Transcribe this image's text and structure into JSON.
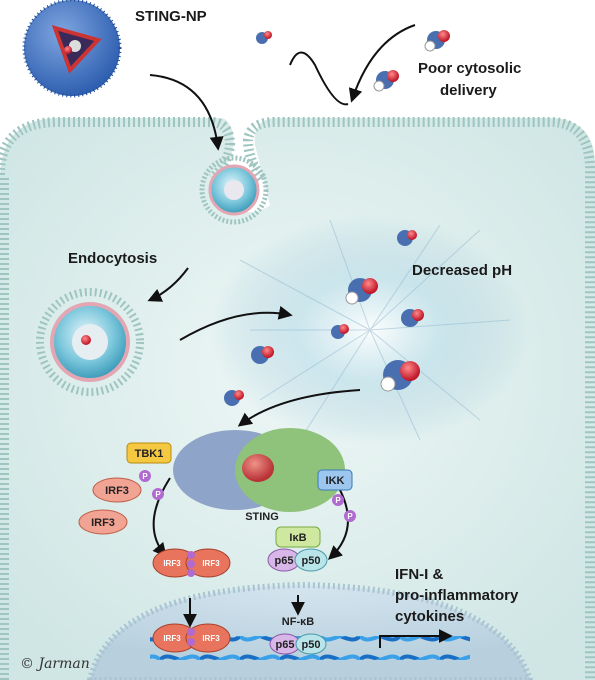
{
  "labels": {
    "sting_np": "STING-NP",
    "poor_delivery_line1": "Poor cytosolic",
    "poor_delivery_line2": "delivery",
    "endocytosis": "Endocytosis",
    "decreased_ph": "Decreased pH",
    "sting": "STING",
    "ifn_line1": "IFN-I &",
    "ifn_line2": "pro-inflammatory",
    "ifn_line3": "cytokines"
  },
  "proteins": {
    "tbk1": "TBK1",
    "ikk": "IKK",
    "irf3": "IRF3",
    "ikb": "IκB",
    "p65": "p65",
    "p50": "p50",
    "nfkb": "NF-κB",
    "phospho": "P"
  },
  "signature": "© Jarman"
}
